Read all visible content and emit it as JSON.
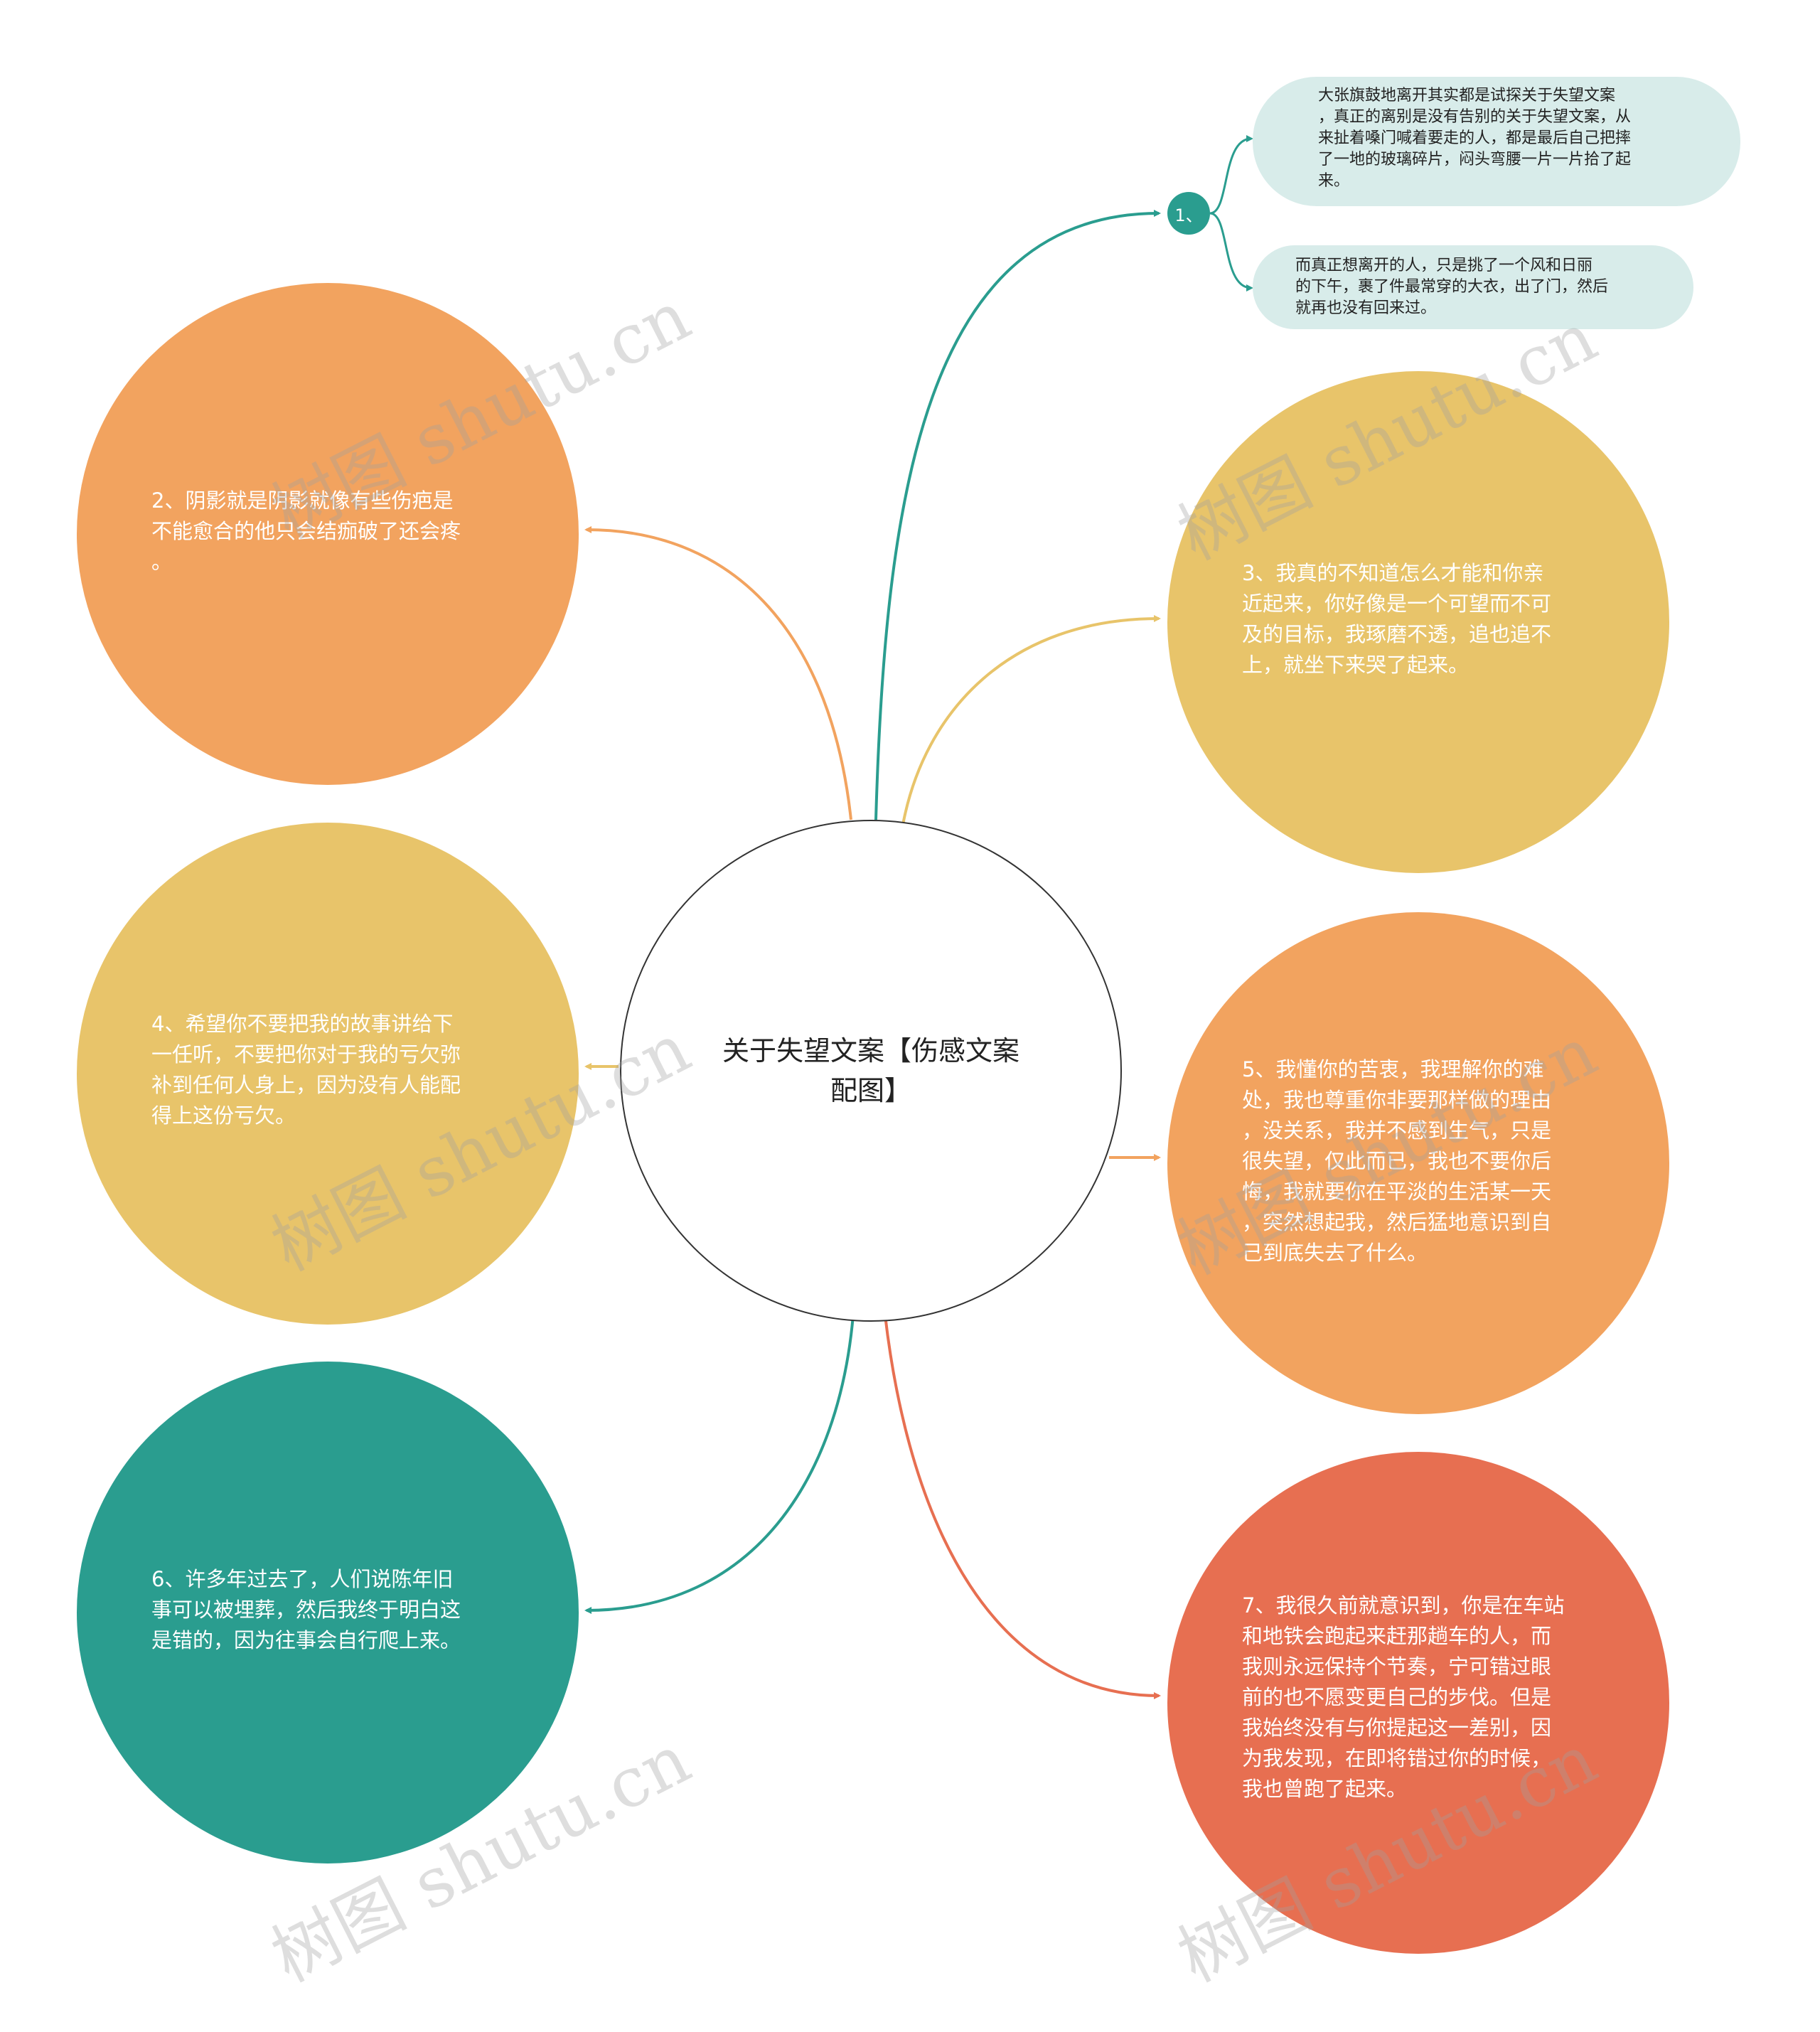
{
  "center": {
    "title": "关于失望文案【伤感文案\n配图】"
  },
  "branch1": {
    "label": "1、",
    "color": "#2a9d8f",
    "children": [
      "大张旗鼓地离开其实都是试探关于失望文案\n，真正的离别是没有告别的关于失望文案，从\n来扯着嗓门喊着要走的人，都是最后自己把摔\n了一地的玻璃碎片，闷头弯腰一片一片拾了起\n来。",
      "而真正想离开的人，只是挑了一个风和日丽\n的下午，裹了件最常穿的大衣，出了门，然后\n就再也没有回来过。"
    ]
  },
  "nodes": [
    {
      "id": "n2",
      "color": "#f2a35f",
      "text": "2、阴影就是阴影就像有些伤疤是\n不能愈合的他只会结痂破了还会疼\n。"
    },
    {
      "id": "n3",
      "color": "#e8c46a",
      "text": "3、我真的不知道怎么才能和你亲\n近起来，你好像是一个可望而不可\n及的目标，我琢磨不透，追也追不\n上，就坐下来哭了起来。"
    },
    {
      "id": "n4",
      "color": "#e8c46a",
      "text": "4、希望你不要把我的故事讲给下\n一任听，不要把你对于我的亏欠弥\n补到任何人身上，因为没有人能配\n得上这份亏欠。"
    },
    {
      "id": "n5",
      "color": "#f2a35f",
      "text": "5、我懂你的苦衷，我理解你的难\n处，我也尊重你非要那样做的理由\n，没关系，我并不感到生气，只是\n很失望，仅此而已，我也不要你后\n悔，我就要你在平淡的生活某一天\n，突然想起我，然后猛地意识到自\n己到底失去了什么。"
    },
    {
      "id": "n6",
      "color": "#2a9d8f",
      "text": "6、许多年过去了，人们说陈年旧\n事可以被埋葬，然后我终于明白这\n是错的，因为往事会自行爬上来。"
    },
    {
      "id": "n7",
      "color": "#e76f51",
      "text": "7、我很久前就意识到，你是在车站\n和地铁会跑起来赶那趟车的人，而\n我则永远保持个节奏，宁可错过眼\n前的也不愿变更自己的步伐。但是\n我始终没有与你提起这一差别，因\n为我发现，在即将错过你的时候，\n我也曾跑了起来。"
    }
  ],
  "watermark": "树图 shutu.cn"
}
